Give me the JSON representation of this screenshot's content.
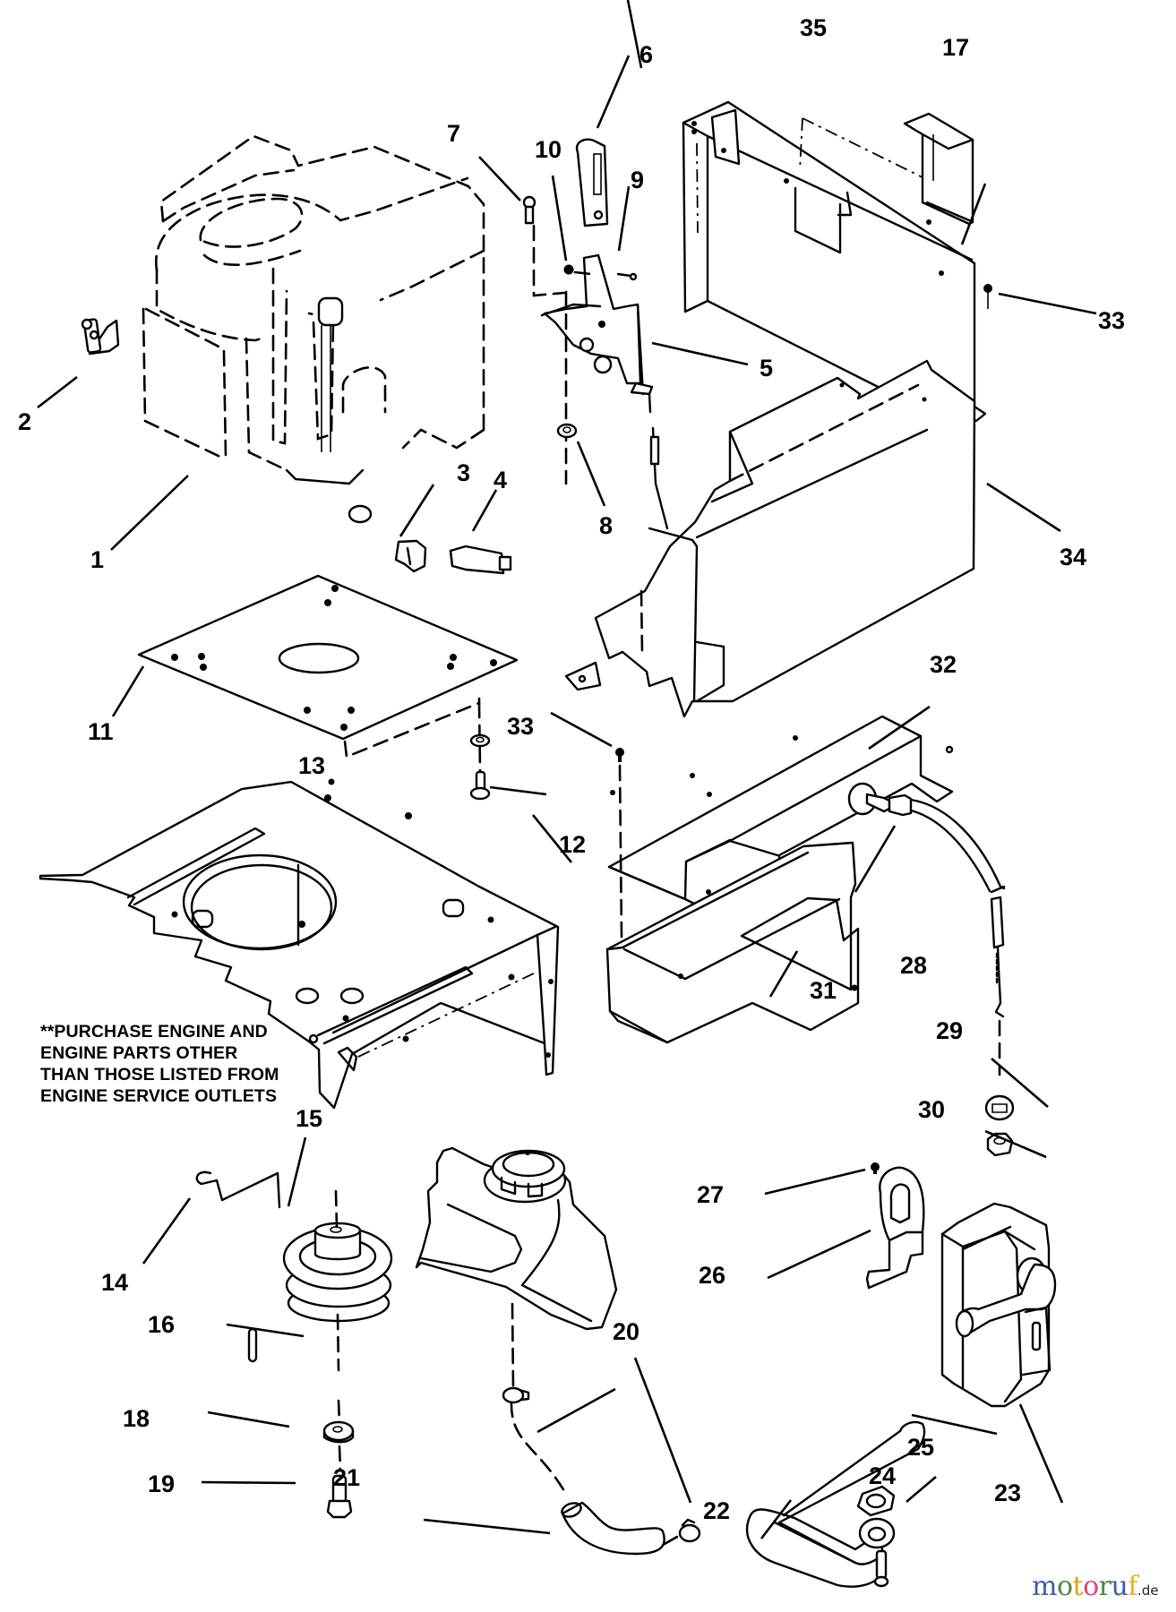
{
  "diagram": {
    "type": "exploded-parts-diagram",
    "subject": "Engine, mounting plate, chassis shields, throttle/choke controls, fuel tank, pulley and muffler assembly",
    "note": "**PURCHASE ENGINE AND\nENGINE PARTS OTHER\nTHAN THOSE LISTED FROM\nENGINE SERVICE OUTLETS",
    "watermark": {
      "letters": [
        "m",
        "o",
        "t",
        "o",
        "r",
        "u",
        "f"
      ],
      "letter_colors": [
        "#3b5ba9",
        "#4a8a3c",
        "#d9a21b",
        "#e0407a",
        "#4a8a3c",
        "#3b5ba9",
        "#e8b21a"
      ],
      "tld": ".de"
    },
    "callouts": [
      {
        "id": "1",
        "label": "1",
        "part": "engine"
      },
      {
        "id": "2",
        "label": "2",
        "part": "clip"
      },
      {
        "id": "3",
        "label": "3",
        "part": "elbow-fitting"
      },
      {
        "id": "4",
        "label": "4",
        "part": "oil-pressure-switch"
      },
      {
        "id": "5",
        "label": "5",
        "part": "throttle-control-bracket"
      },
      {
        "id": "6",
        "label": "6",
        "part": "control-knob"
      },
      {
        "id": "7",
        "label": "7",
        "part": "screw"
      },
      {
        "id": "8",
        "label": "8",
        "part": "nut"
      },
      {
        "id": "9",
        "label": "9",
        "part": "screw"
      },
      {
        "id": "10",
        "label": "10",
        "part": "spacer"
      },
      {
        "id": "11",
        "label": "11",
        "part": "engine-mounting-plate"
      },
      {
        "id": "12",
        "label": "12",
        "part": "bolt"
      },
      {
        "id": "13",
        "label": "13",
        "part": "washer"
      },
      {
        "id": "14",
        "label": "14",
        "part": "wire-link"
      },
      {
        "id": "15",
        "label": "15",
        "part": "engine-pulley"
      },
      {
        "id": "16",
        "label": "16",
        "part": "key"
      },
      {
        "id": "17",
        "label": "17",
        "part": "bracket-cover"
      },
      {
        "id": "18",
        "label": "18",
        "part": "washer"
      },
      {
        "id": "19",
        "label": "19",
        "part": "bolt"
      },
      {
        "id": "20a",
        "label": "20",
        "part": "hose-clamp"
      },
      {
        "id": "21",
        "label": "21",
        "part": "fuel-line"
      },
      {
        "id": "22",
        "label": "22",
        "part": "exhaust-pipe"
      },
      {
        "id": "23",
        "label": "23",
        "part": "muffler"
      },
      {
        "id": "24",
        "label": "24",
        "part": "bolt"
      },
      {
        "id": "25",
        "label": "25",
        "part": "gasket"
      },
      {
        "id": "26",
        "label": "26",
        "part": "muffler-bracket"
      },
      {
        "id": "27",
        "label": "27",
        "part": "screw"
      },
      {
        "id": "28",
        "label": "28",
        "part": "choke-cable"
      },
      {
        "id": "29",
        "label": "29",
        "part": "lock-washer"
      },
      {
        "id": "30",
        "label": "30",
        "part": "nut"
      },
      {
        "id": "31",
        "label": "31",
        "part": "lower-shield"
      },
      {
        "id": "32",
        "label": "32",
        "part": "support-channel"
      },
      {
        "id": "33a",
        "label": "33",
        "part": "screw"
      },
      {
        "id": "33b",
        "label": "33",
        "part": "screw"
      },
      {
        "id": "34",
        "label": "34",
        "part": "engine-shroud"
      },
      {
        "id": "35",
        "label": "35",
        "part": "dash-panel"
      }
    ]
  }
}
